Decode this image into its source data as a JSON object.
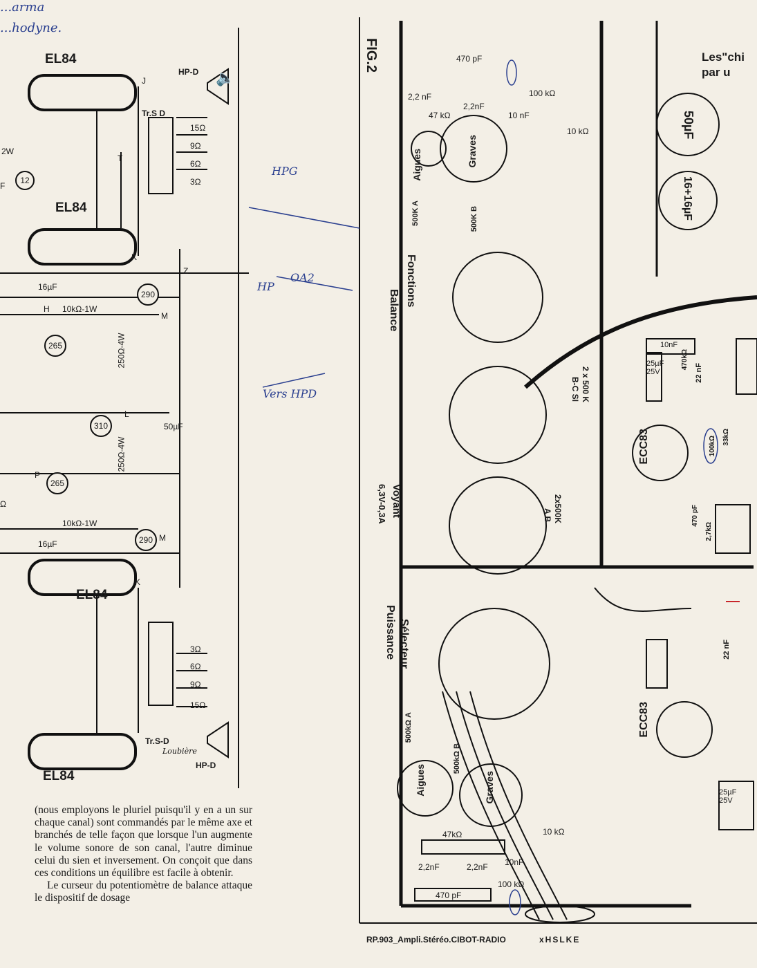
{
  "handwritten_top": [
    "...arma",
    "...hodyne."
  ],
  "left_schematic": {
    "tubes": [
      "EL84",
      "EL84",
      "EL84",
      "EL84"
    ],
    "transformers": [
      "Tr.S D",
      "Tr.S-D"
    ],
    "speakers": [
      "HP-D",
      "HP-D"
    ],
    "taps_top": [
      "15Ω",
      "9Ω",
      "6Ω",
      "3Ω"
    ],
    "taps_bottom": [
      "3Ω",
      "6Ω",
      "9Ω",
      "15Ω"
    ],
    "nodes": [
      "J",
      "T",
      "K",
      "Z",
      "M",
      "H",
      "L",
      "P",
      "M",
      "K"
    ],
    "voltages": [
      "290",
      "265",
      "310",
      "265",
      "290",
      "12"
    ],
    "components": [
      "16µF",
      "10kΩ-1W",
      "250Ω-4W",
      "50µF",
      "250Ω-4W",
      "10kΩ-1W",
      "16µF",
      "2W",
      "F",
      "Ω"
    ],
    "signature": "Loubière"
  },
  "handwritten_notes": [
    "HPG",
    "HP",
    "OA2",
    "Vers HPD"
  ],
  "fig": {
    "label": "FIG.2",
    "header_text": [
      "Les\"chi",
      "par u"
    ],
    "caps": [
      "470 pF",
      "2,2 nF",
      "100 kΩ",
      "47 kΩ",
      "2,2nF",
      "10 nF",
      "10 kΩ",
      "50µF",
      "16+16µF"
    ],
    "controls": [
      "Aigues",
      "Graves",
      "500K A",
      "500K B",
      "Fonctions",
      "Balance",
      "2 x 500 K",
      "B-C SI",
      "Voyant",
      "6,3V-0,3A",
      "2x500K",
      "A B",
      "Sélecteur",
      "Puissance",
      "Aigues",
      "Graves",
      "500kΩ A",
      "500kΩ B"
    ],
    "tubes": [
      "ECC83",
      "ECC83"
    ],
    "right_components": [
      "10nF",
      "25µF 25V",
      "22 nF",
      "470kΩ",
      "100kΩ",
      "33kΩ",
      "2,7kΩ",
      "470 pF",
      "22 nF",
      "25µF 25V"
    ],
    "bottom_components": [
      "47kΩ",
      "10 kΩ",
      "2,2nF",
      "2,2nF",
      "10nF",
      "100 kΩ",
      "470 pF"
    ],
    "caption": "RP.903_Ampli.Stéréo.CIBOT-RADIO",
    "connector_pins": "xHSLKE"
  },
  "article": {
    "paragraphs": [
      "(nous employons le pluriel puisqu'il y en a un sur chaque canal) sont commandés par le même axe et branchés de telle façon que lorsque l'un augmente le volume sonore de son canal, l'autre diminue celui du sien et inversement. On conçoit que dans ces conditions un équilibre est facile à obtenir.",
      "Le curseur du potentiomètre de balance attaque le dispositif de dosage"
    ]
  },
  "colors": {
    "paper": "#f3efe6",
    "ink": "#111111",
    "pen": "#2a3f8f",
    "red_pen": "#c8262b"
  }
}
